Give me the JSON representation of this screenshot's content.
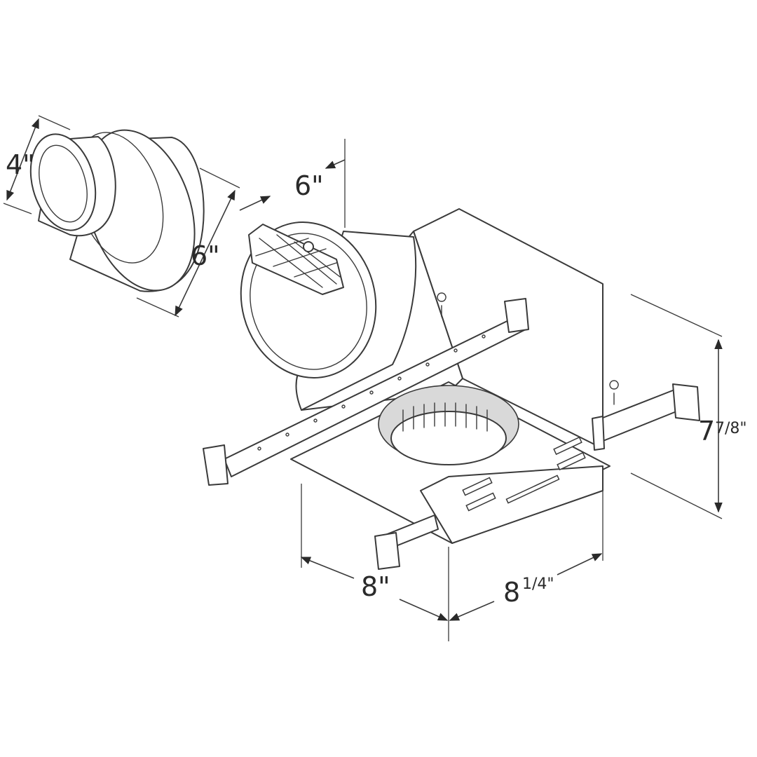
{
  "dimensions": {
    "duct_diameter": "4\"",
    "adapter_length": "6\"",
    "collar_depth": "6\"",
    "housing_height_whole": "7",
    "housing_height_frac": "7/8\"",
    "housing_width_whole": "8",
    "housing_width_frac": "1/4\"",
    "housing_depth": "8\""
  },
  "colors": {
    "line": "#3a3a3a",
    "fill": "#ffffff",
    "shade": "#d9d9d9"
  }
}
